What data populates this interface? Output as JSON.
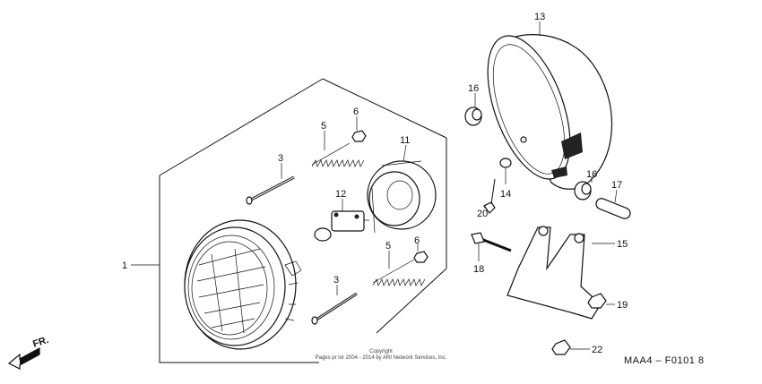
{
  "callouts": {
    "c1": "1",
    "c3a": "3",
    "c3b": "3",
    "c5a": "5",
    "c5b": "5",
    "c6a": "6",
    "c6b": "6",
    "c11": "11",
    "c12": "12",
    "c13": "13",
    "c14": "14",
    "c15": "15",
    "c16a": "16",
    "c16b": "16",
    "c17": "17",
    "c18": "18",
    "c19": "19",
    "c20": "20",
    "c22": "22"
  },
  "copyright": {
    "line1": "Copyright",
    "line2": "Pages pr lor 2004 - 2014 by ARI Network Services, Inc."
  },
  "direction_label": "FR.",
  "diagram_code": "MAA4 – F0101 8"
}
